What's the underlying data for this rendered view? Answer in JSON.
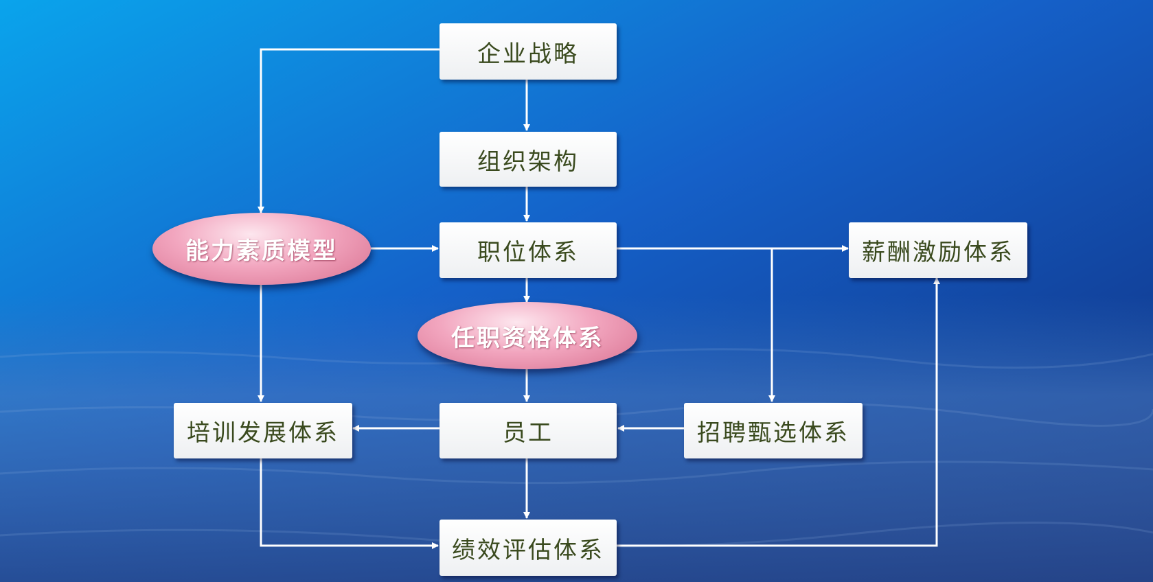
{
  "diagram": {
    "nodes": {
      "strategy": "企业战略",
      "org": "组织架构",
      "position": "职位体系",
      "competency": "能力素质模型",
      "qualification": "任职资格体系",
      "employee": "员工",
      "training": "培训发展体系",
      "recruit": "招聘甄选体系",
      "compensation": "薪酬激励体系",
      "performance": "绩效评估体系"
    },
    "edges": [
      [
        "strategy",
        "org"
      ],
      [
        "org",
        "position"
      ],
      [
        "strategy",
        "competency"
      ],
      [
        "competency",
        "position"
      ],
      [
        "position",
        "qualification"
      ],
      [
        "qualification",
        "employee"
      ],
      [
        "position",
        "compensation"
      ],
      [
        "position",
        "recruit"
      ],
      [
        "competency",
        "training"
      ],
      [
        "employee",
        "training"
      ],
      [
        "recruit",
        "employee"
      ],
      [
        "employee",
        "performance"
      ],
      [
        "training",
        "performance"
      ],
      [
        "performance",
        "compensation"
      ]
    ],
    "colors": {
      "background_top": "#0e86d8",
      "background_bottom": "#1a3a80",
      "box_fill": "#ffffff",
      "box_text": "#3a4a1e",
      "oval_fill": "#f2a6bf",
      "oval_text": "#ffffff",
      "arrow": "#ffffff"
    }
  }
}
